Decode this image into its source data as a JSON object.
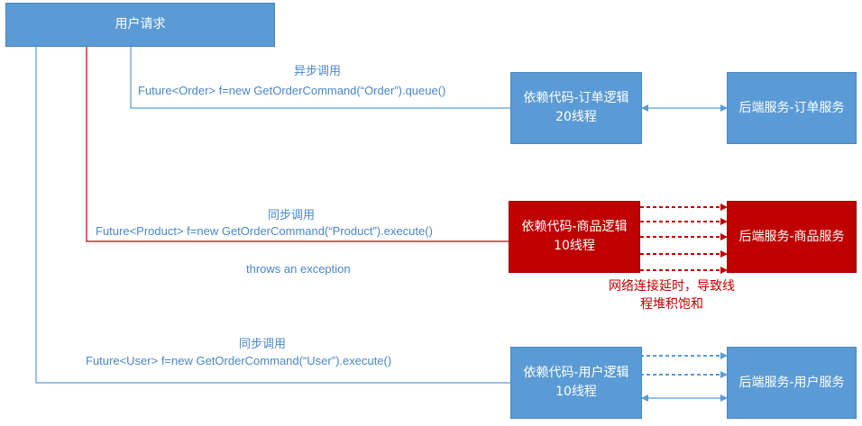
{
  "nodes": {
    "user_request": "用户请求",
    "order_dep_line1": "依赖代码-订单逻辑",
    "order_dep_line2": "20线程",
    "order_backend": "后端服务-订单服务",
    "product_dep_line1": "依赖代码-商品逻辑",
    "product_dep_line2": "10线程",
    "product_backend": "后端服务-商品服务",
    "user_dep_line1": "依赖代码-用户逻辑",
    "user_dep_line2": "10线程",
    "user_backend": "后端服务-用户服务"
  },
  "labels": {
    "async_title": "异步调用",
    "async_code": "Future<Order> f=new GetOrderCommand(“Order”).queue()",
    "sync_product_title": "同步调用",
    "sync_product_code": "Future<Product> f=new GetOrderCommand(“Product”).execute()",
    "exception": "throws an exception",
    "sync_user_title": "同步调用",
    "sync_user_code": "Future<User> f=new GetOrderCommand(“User”).execute()",
    "network_note_line1": "网络连接延时，导致线",
    "network_note_line2": "程堆积饱和"
  },
  "colors": {
    "blue_box": "#5b9bd5",
    "red_box": "#c00000",
    "blue_line": "#5b9bd5",
    "red_line": "#c00000",
    "label_text": "#4a86c8",
    "note_text": "#c00000"
  }
}
